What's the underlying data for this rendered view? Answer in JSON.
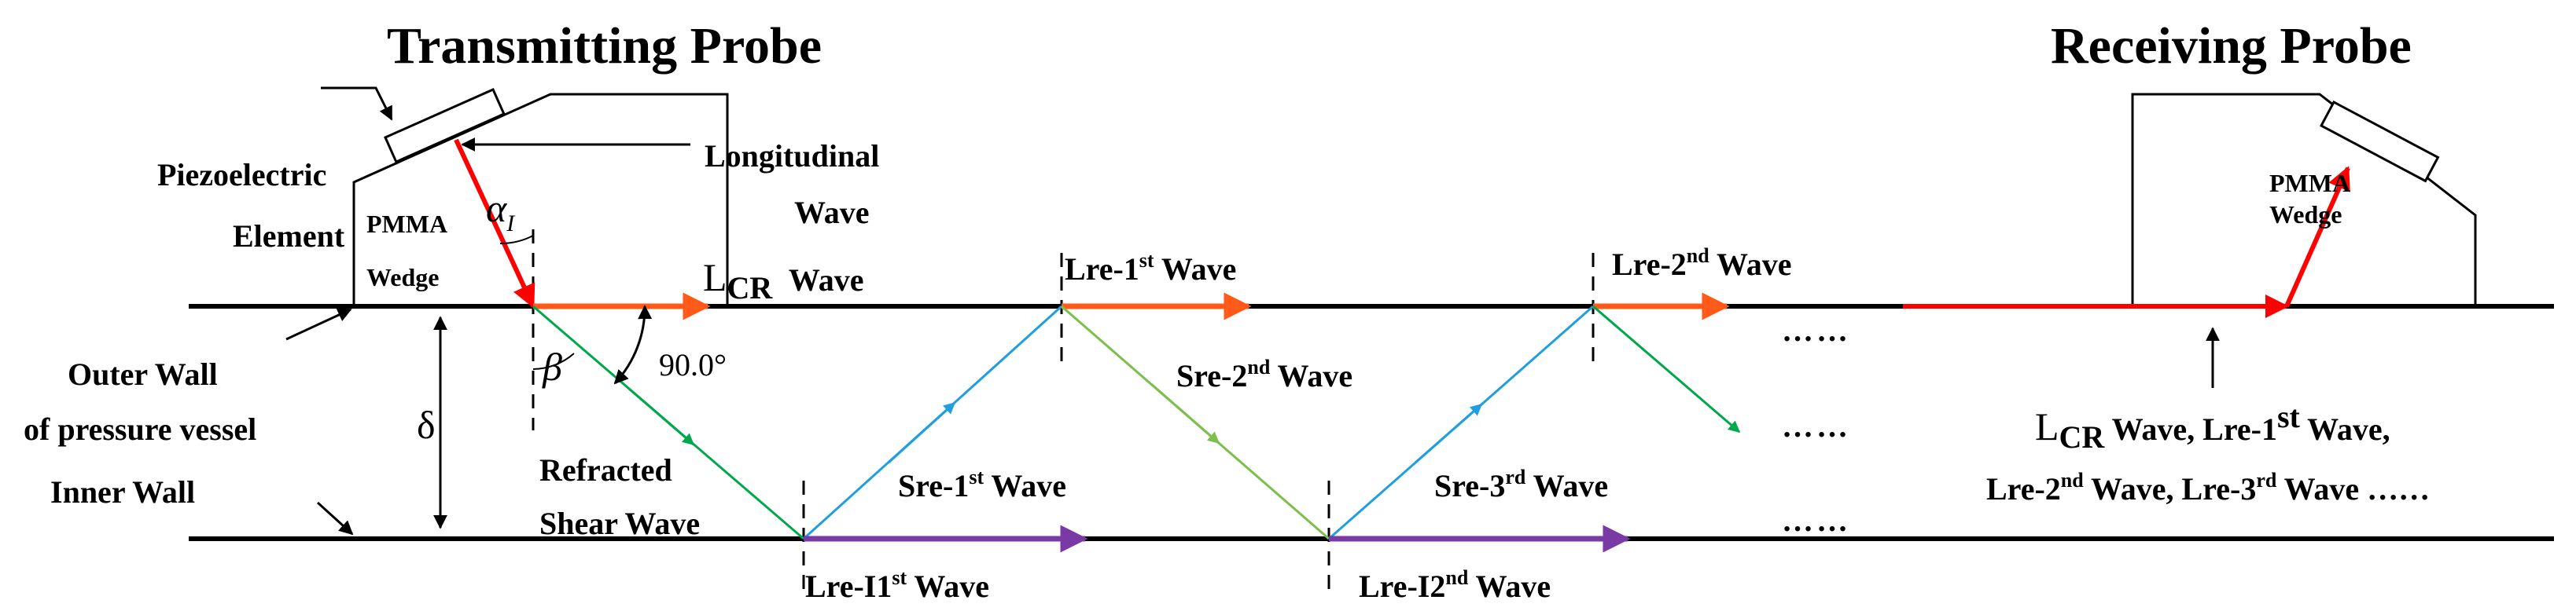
{
  "titles": {
    "transmitting": "Transmitting Probe",
    "receiving": "Receiving Probe"
  },
  "labels": {
    "piezo_line1": "Piezoelectric",
    "piezo_line2": "Element",
    "pmma_left_line1": "PMMA",
    "pmma_left_line2": "Wedge",
    "pmma_right_line1": "PMMA",
    "pmma_right_line2": "Wedge",
    "longitudinal_line1": "Longitudinal",
    "longitudinal_line2": "Wave",
    "lcr_L": "L",
    "lcr_sub": "CR",
    "lcr_wave": "Wave",
    "outer_line1": "Outer Wall",
    "outer_line2": "of pressure vessel",
    "inner_wall": "Inner Wall",
    "delta": "δ",
    "alpha": "α",
    "alpha_sub": "I",
    "beta": "β",
    "angle_90": "90.0°",
    "refracted_line1": "Refracted",
    "refracted_line2": "Shear Wave",
    "lre1_a": "Lre-1",
    "lre1_sup": "st",
    "lre1_b": " Wave",
    "lre2_a": "Lre-2",
    "lre2_sup": "nd",
    "lre2_b": " Wave",
    "sre1_a": "Sre-1",
    "sre1_sup": "st",
    "sre1_b": " Wave",
    "sre2_a": "Sre-2",
    "sre2_sup": "nd",
    "sre2_b": " Wave",
    "sre3_a": "Sre-3",
    "sre3_sup": "rd",
    "sre3_b": " Wave",
    "lrei1_a": "Lre-I1",
    "lrei1_sup": "st",
    "lrei1_b": " Wave",
    "lrei2_a": "Lre-I2",
    "lrei2_sup": "nd",
    "lrei2_b": " Wave",
    "dots": "……",
    "recv_L": "L",
    "recv_sub": "CR",
    "recv_l1_a": " Wave, Lre-1",
    "recv_l1_sup": "st",
    "recv_l1_b": " Wave,",
    "recv_l2_a": "Lre-2",
    "recv_l2_sup": "nd",
    "recv_l2_b": " Wave, Lre-3",
    "recv_l2_sup2": "rd",
    "recv_l2_c": " Wave ……"
  },
  "colors": {
    "incident": "#ff0000",
    "lcr": "#ff5a1a",
    "shear": "#00a84c",
    "shear_light": "#7cbf4a",
    "blue": "#1f9fe0",
    "purple": "#7a3aa6"
  }
}
